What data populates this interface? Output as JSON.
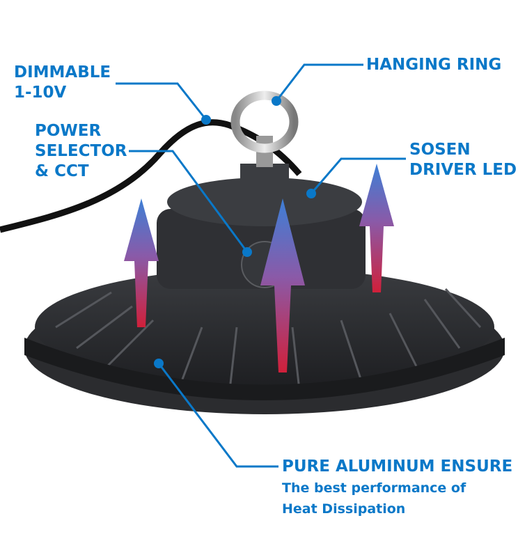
{
  "accent_color": "#0a78c8",
  "labels": {
    "dimmable": [
      "DIMMABLE",
      "1-10V"
    ],
    "power_selector": [
      "POWER",
      "SELECTOR",
      "& CCT"
    ],
    "hanging_ring": "HANGING RING",
    "sosen_driver": [
      "SOSEN",
      "DRIVER LED"
    ],
    "aluminum": {
      "title": "PURE ALUMINUM ENSURE",
      "desc": [
        "The best performance of",
        "Heat Dissipation"
      ]
    }
  },
  "arrow_gradient": [
    "#3d7fd6",
    "#d0203a"
  ]
}
